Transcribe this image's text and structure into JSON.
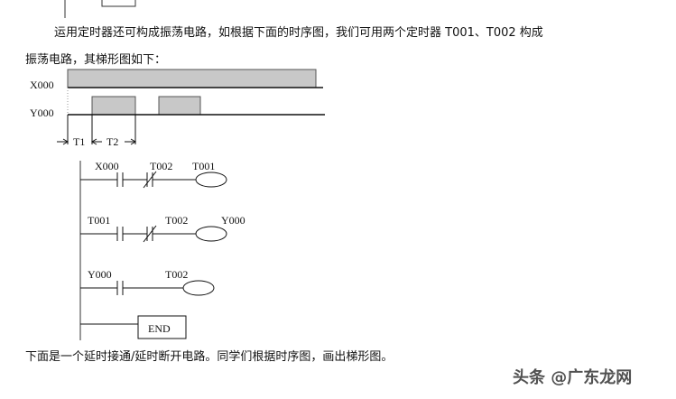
{
  "paragraph1_line1": "运用定时器还可构成振荡电路，如根据下面的时序图，我们可用两个定时器 T001、T002 构成",
  "paragraph1_line2": "振荡电路，其梯形图如下：",
  "timing": {
    "signals": [
      "X000",
      "Y000"
    ],
    "intervals": [
      "T1",
      "T2"
    ],
    "fill_color": "#c8c8c8"
  },
  "ladder": {
    "rungs": [
      {
        "contacts": [
          {
            "label": "X000",
            "type": "NO"
          },
          {
            "label": "T002",
            "type": "NC"
          }
        ],
        "coil": "T001"
      },
      {
        "contacts": [
          {
            "label": "T001",
            "type": "NO"
          },
          {
            "label": "T002",
            "type": "NC"
          }
        ],
        "coil": "Y000"
      },
      {
        "contacts": [
          {
            "label": "Y000",
            "type": "NO"
          }
        ],
        "coil": "T002"
      }
    ],
    "end_label": "END"
  },
  "paragraph2": "下面是一个延时接通/延时断开电路。同学们根据时序图，画出梯形图。",
  "watermark": "头条 @广东龙网"
}
